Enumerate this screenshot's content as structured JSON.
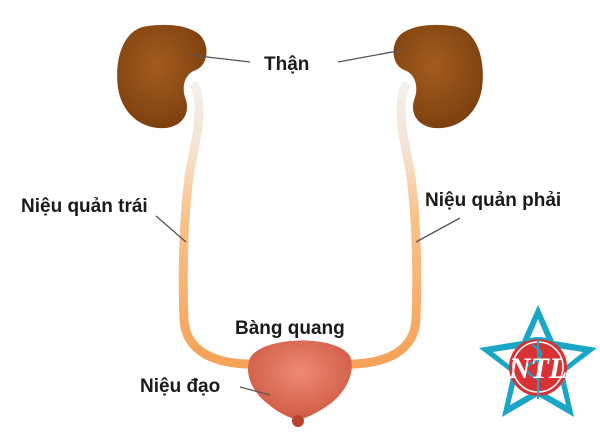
{
  "labels": {
    "kidney": "Thận",
    "left_ureter": "Niệu quản trái",
    "right_ureter": "Niệu quản phải",
    "bladder": "Bàng quang",
    "urethra": "Niệu đạo"
  },
  "logo": {
    "text": "NTL"
  },
  "colors": {
    "kidney": "#9a5216",
    "ureter_top": "#f1efec",
    "ureter_bottom": "#f7a659",
    "bladder": "#e3745e",
    "logo_teal": "#1aa6c7",
    "logo_red": "#d83235"
  }
}
